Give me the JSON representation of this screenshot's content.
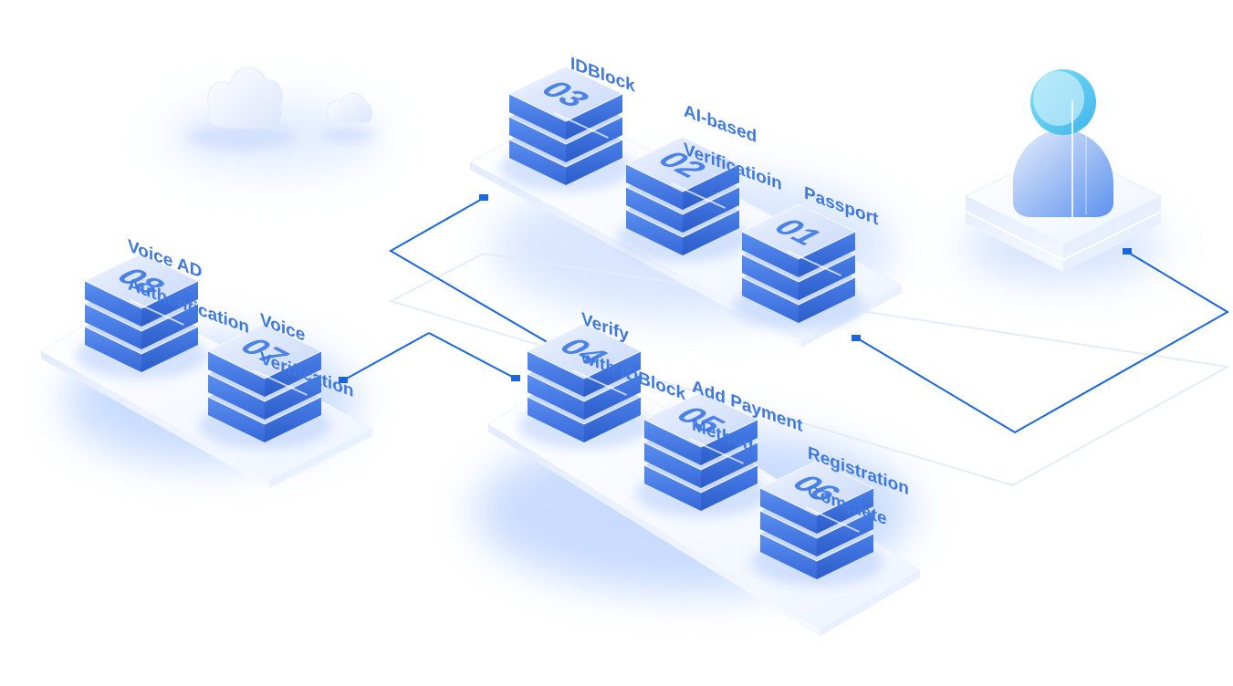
{
  "steps": [
    {
      "number": "01",
      "label_lines": [
        "Passport"
      ]
    },
    {
      "number": "02",
      "label_lines": [
        "AI-based",
        "Verificatioin"
      ]
    },
    {
      "number": "03",
      "label_lines": [
        "IDBlock"
      ]
    },
    {
      "number": "04",
      "label_lines": [
        "Verify",
        "with IDBlock"
      ]
    },
    {
      "number": "05",
      "label_lines": [
        "Add Payment",
        "Method"
      ]
    },
    {
      "number": "06",
      "label_lines": [
        "Registration",
        "Complete"
      ]
    },
    {
      "number": "07",
      "label_lines": [
        "Voice",
        "Verification"
      ]
    },
    {
      "number": "08",
      "label_lines": [
        "Voice AD",
        "Authentication"
      ]
    }
  ],
  "colors": {
    "accent": "#1a66e0",
    "label": "#3f79e0",
    "block_top": "#dfe9fc",
    "block_layer": "#3f78e6",
    "number": "#4a82e8",
    "platform": "#f4f8ff",
    "user_head": "#56c7ef"
  },
  "icons": [
    "cloud-icon",
    "user-icon"
  ]
}
